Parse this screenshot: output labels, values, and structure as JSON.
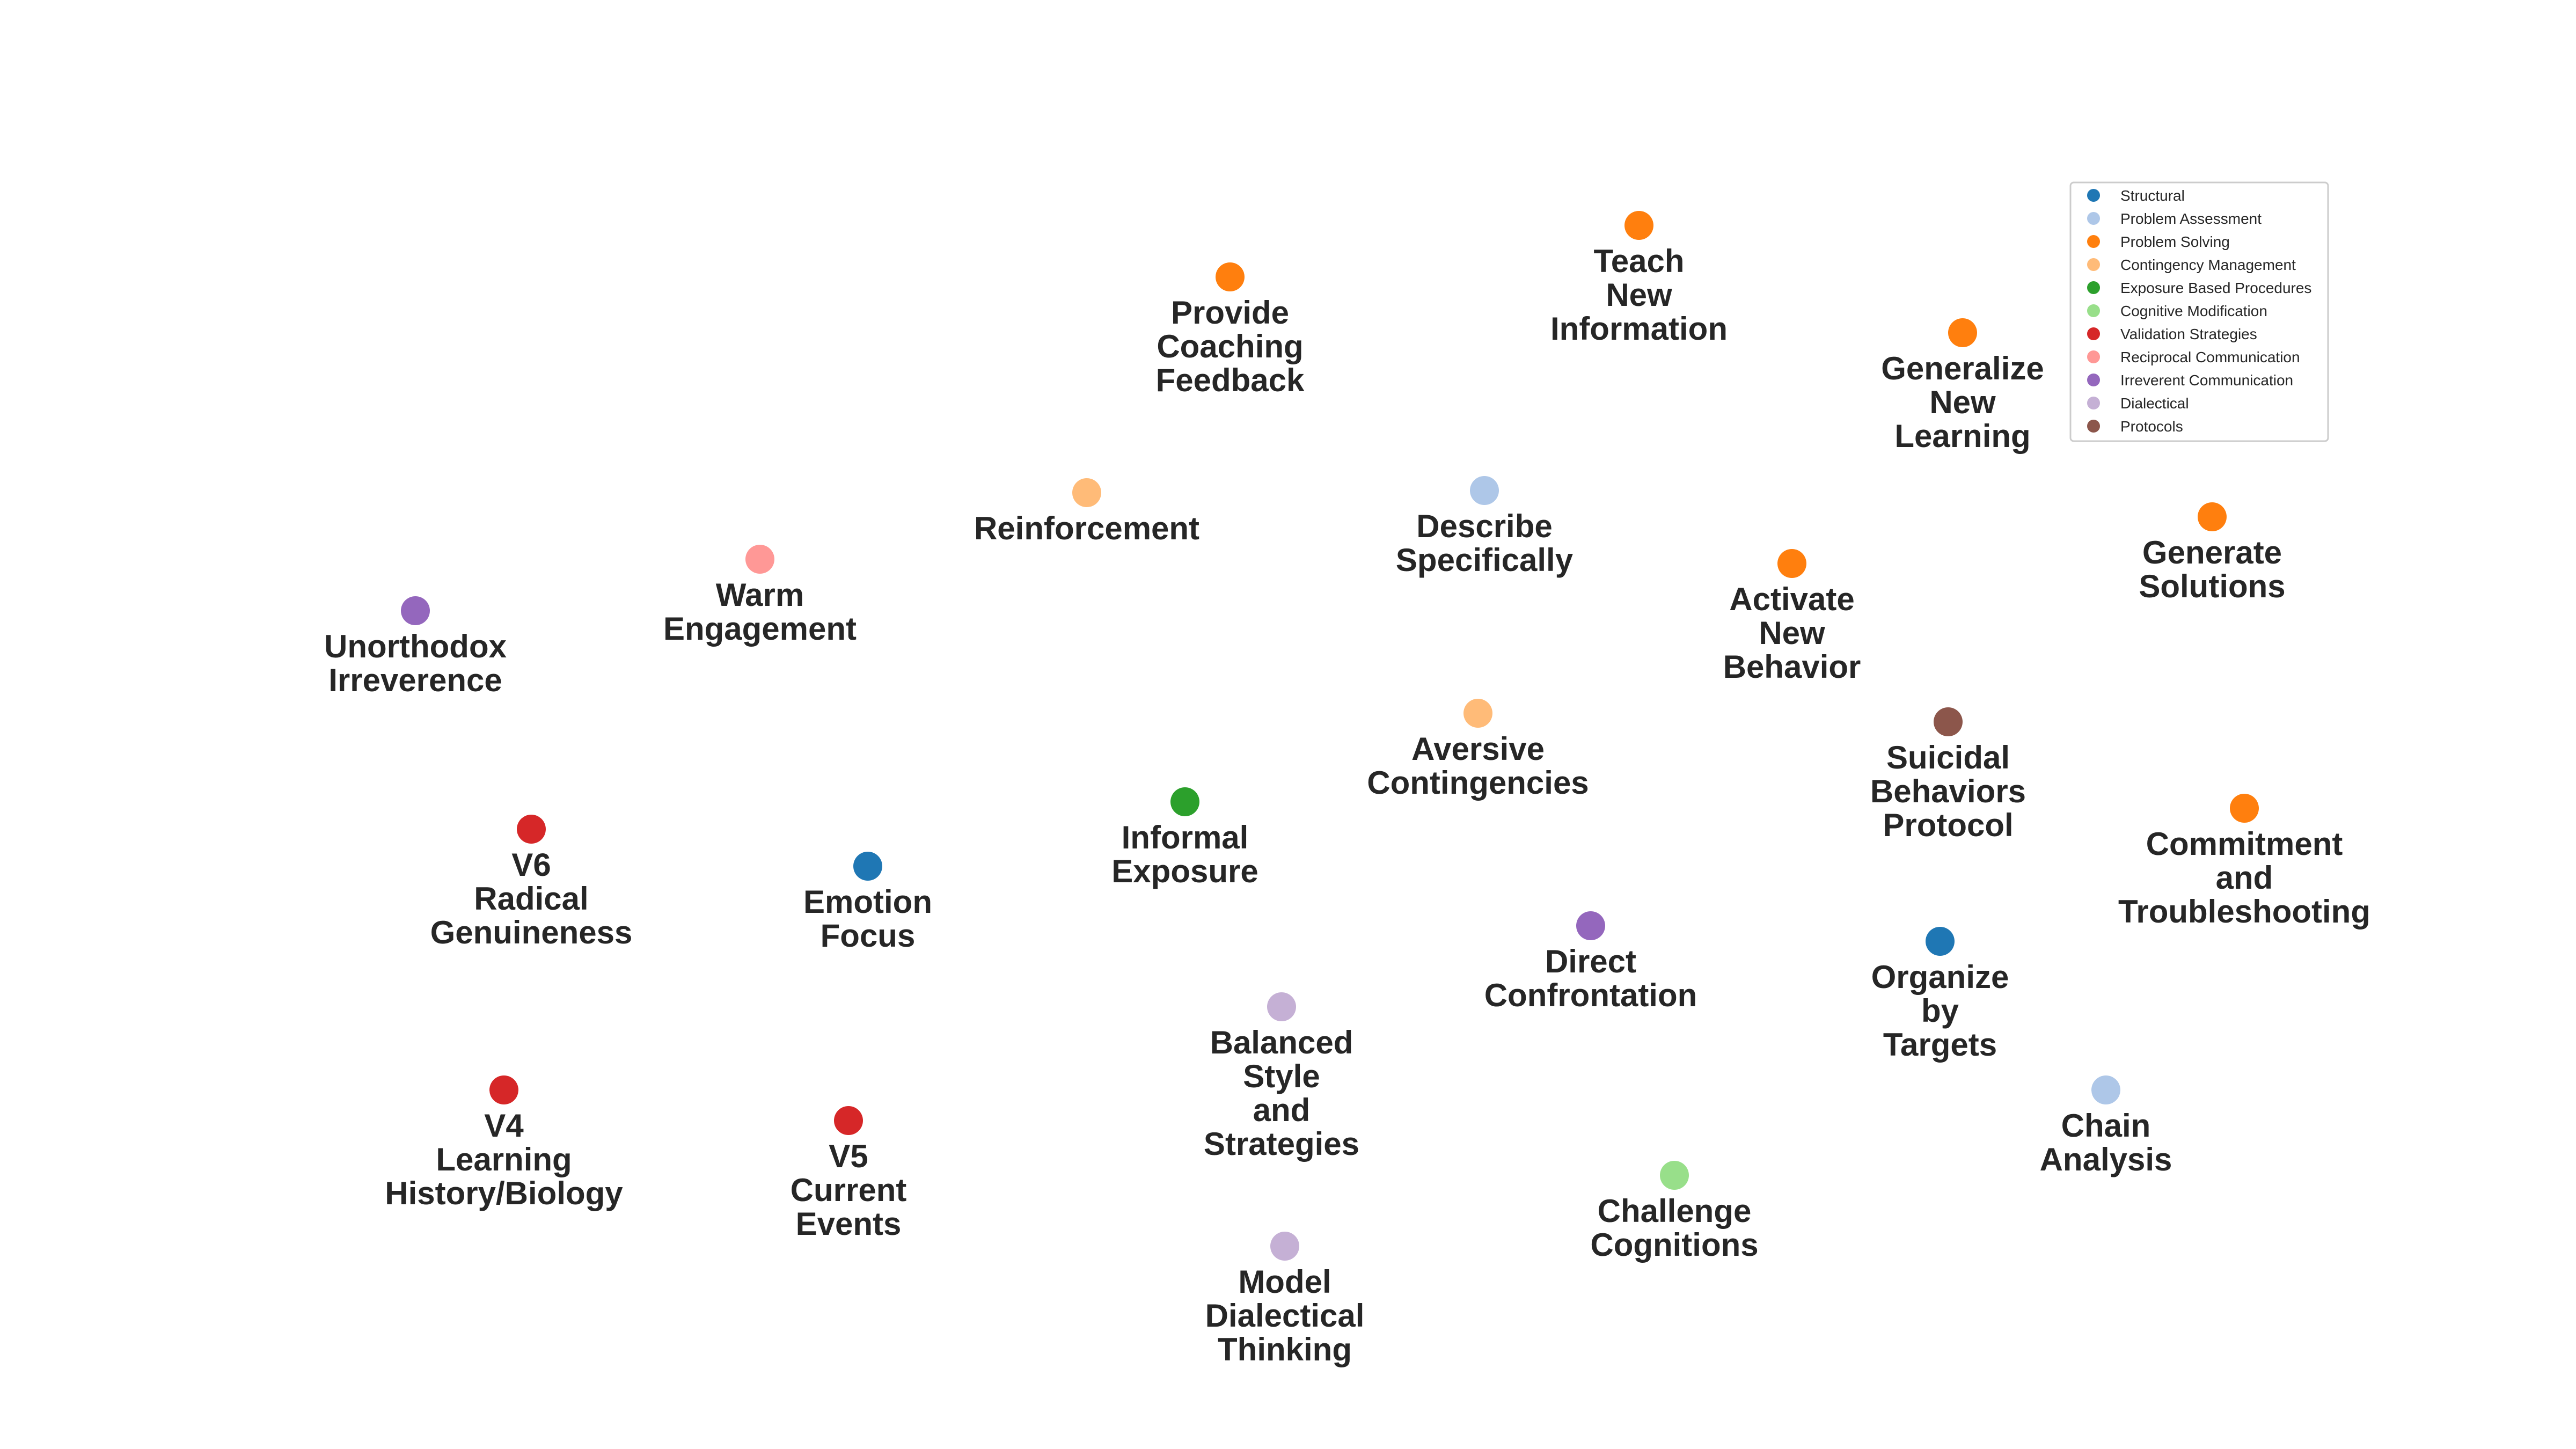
{
  "categories": [
    {
      "id": "structural",
      "name": "Structural",
      "color": "#1f77b4"
    },
    {
      "id": "problem_assessment",
      "name": "Problem Assessment",
      "color": "#aec7e8"
    },
    {
      "id": "problem_solving",
      "name": "Problem Solving",
      "color": "#ff7f0e"
    },
    {
      "id": "contingency_management",
      "name": "Contingency Management",
      "color": "#ffbb78"
    },
    {
      "id": "exposure",
      "name": "Exposure Based Procedures",
      "color": "#2ca02c"
    },
    {
      "id": "cognitive",
      "name": "Cognitive Modification",
      "color": "#98df8a"
    },
    {
      "id": "validation",
      "name": "Validation Strategies",
      "color": "#d62728"
    },
    {
      "id": "reciprocal",
      "name": "Reciprocal Communication",
      "color": "#ff9896"
    },
    {
      "id": "irreverent",
      "name": "Irreverent Communication",
      "color": "#9467bd"
    },
    {
      "id": "dialectical",
      "name": "Dialectical",
      "color": "#c5b0d5"
    },
    {
      "id": "protocols",
      "name": "Protocols",
      "color": "#8c564b"
    }
  ],
  "nodes": [
    {
      "id": "teach-new-information",
      "lines": [
        "Teach",
        "New",
        "Information"
      ],
      "category": "problem_solving"
    },
    {
      "id": "provide-coaching-feedback",
      "lines": [
        "Provide",
        "Coaching",
        "Feedback"
      ],
      "category": "problem_solving"
    },
    {
      "id": "generalize-new-learning",
      "lines": [
        "Generalize",
        "New",
        "Learning"
      ],
      "category": "problem_solving"
    },
    {
      "id": "reinforcement",
      "lines": [
        "Reinforcement"
      ],
      "category": "contingency_management"
    },
    {
      "id": "describe-specifically",
      "lines": [
        "Describe",
        "Specifically"
      ],
      "category": "problem_assessment"
    },
    {
      "id": "generate-solutions",
      "lines": [
        "Generate",
        "Solutions"
      ],
      "category": "problem_solving"
    },
    {
      "id": "warm-engagement",
      "lines": [
        "Warm",
        "Engagement"
      ],
      "category": "reciprocal"
    },
    {
      "id": "activate-new-behavior",
      "lines": [
        "Activate",
        "New",
        "Behavior"
      ],
      "category": "problem_solving"
    },
    {
      "id": "unorthodox-irreverence",
      "lines": [
        "Unorthodox",
        "Irreverence"
      ],
      "category": "irreverent"
    },
    {
      "id": "aversive-contingencies",
      "lines": [
        "Aversive",
        "Contingencies"
      ],
      "category": "contingency_management"
    },
    {
      "id": "suicidal-behaviors-protocol",
      "lines": [
        "Suicidal",
        "Behaviors",
        "Protocol"
      ],
      "category": "protocols"
    },
    {
      "id": "informal-exposure",
      "lines": [
        "Informal",
        "Exposure"
      ],
      "category": "exposure"
    },
    {
      "id": "commitment-troubleshooting",
      "lines": [
        "Commitment",
        "and",
        "Troubleshooting"
      ],
      "category": "problem_solving"
    },
    {
      "id": "v6-radical-genuineness",
      "lines": [
        "V6",
        "Radical",
        "Genuineness"
      ],
      "category": "validation"
    },
    {
      "id": "emotion-focus",
      "lines": [
        "Emotion",
        "Focus"
      ],
      "category": "structural"
    },
    {
      "id": "direct-confrontation",
      "lines": [
        "Direct",
        "Confrontation"
      ],
      "category": "irreverent"
    },
    {
      "id": "organize-by-targets",
      "lines": [
        "Organize",
        "by",
        "Targets"
      ],
      "category": "structural"
    },
    {
      "id": "balanced-style-strategies",
      "lines": [
        "Balanced",
        "Style",
        "and",
        "Strategies"
      ],
      "category": "dialectical"
    },
    {
      "id": "chain-analysis",
      "lines": [
        "Chain",
        "Analysis"
      ],
      "category": "problem_assessment"
    },
    {
      "id": "v4-learning-history-biology",
      "lines": [
        "V4",
        "Learning",
        "History/Biology"
      ],
      "category": "validation"
    },
    {
      "id": "v5-current-events",
      "lines": [
        "V5",
        "Current",
        "Events"
      ],
      "category": "validation"
    },
    {
      "id": "challenge-cognitions",
      "lines": [
        "Challenge",
        "Cognitions"
      ],
      "category": "cognitive"
    },
    {
      "id": "model-dialectical-thinking",
      "lines": [
        "Model",
        "Dialectical",
        "Thinking"
      ],
      "category": "dialectical"
    }
  ]
}
